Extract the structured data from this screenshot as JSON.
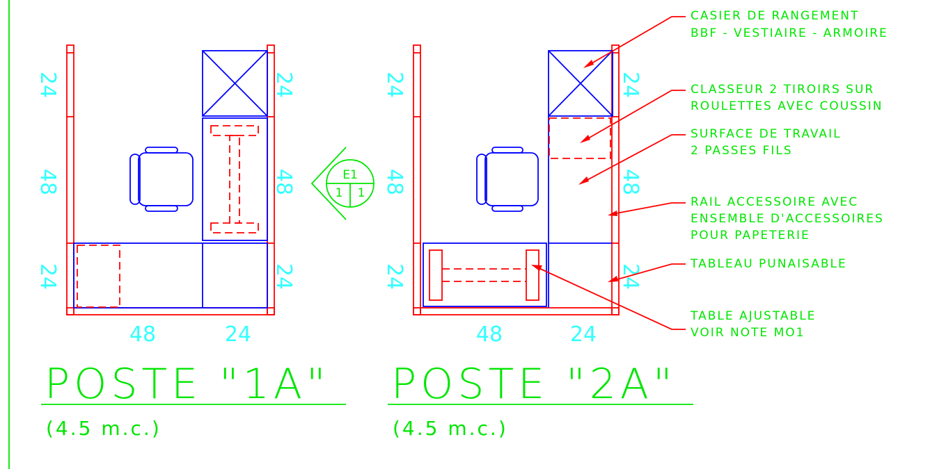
{
  "colors": {
    "partitions": "#ff0000",
    "furniture": "#0000ff",
    "annotations": "#00e600",
    "dimensions": "#33ffff"
  },
  "stations": [
    {
      "title": "POSTE \"1A\"",
      "area": "(4.5 m.c.)",
      "dims_left": [
        "24",
        "48",
        "24"
      ],
      "dims_right": [
        "24",
        "48",
        "24"
      ],
      "dims_bottom": [
        "48",
        "24"
      ]
    },
    {
      "title": "POSTE \"2A\"",
      "area": "(4.5 m.c.)",
      "dims_left": [
        "24",
        "48",
        "24"
      ],
      "dims_right": [
        "24",
        "48",
        "24"
      ],
      "dims_bottom": [
        "48",
        "24"
      ]
    }
  ],
  "elevation_marker": {
    "label": "E1",
    "left": "1",
    "right": "1"
  },
  "notes": [
    {
      "lines": [
        "CASIER DE RANGEMENT",
        "BBF - VESTIAIRE - ARMOIRE"
      ]
    },
    {
      "lines": [
        "CLASSEUR 2 TIROIRS SUR",
        "ROULETTES AVEC COUSSIN"
      ]
    },
    {
      "lines": [
        "SURFACE DE TRAVAIL",
        "2 PASSES FILS"
      ]
    },
    {
      "lines": [
        "RAIL ACCESSOIRE AVEC",
        "ENSEMBLE D'ACCESSOIRES",
        "POUR PAPETERIE"
      ]
    },
    {
      "lines": [
        "TABLEAU PUNAISABLE"
      ]
    },
    {
      "lines": [
        "TABLE AJUSTABLE",
        "VOIR NOTE MO1"
      ]
    }
  ]
}
